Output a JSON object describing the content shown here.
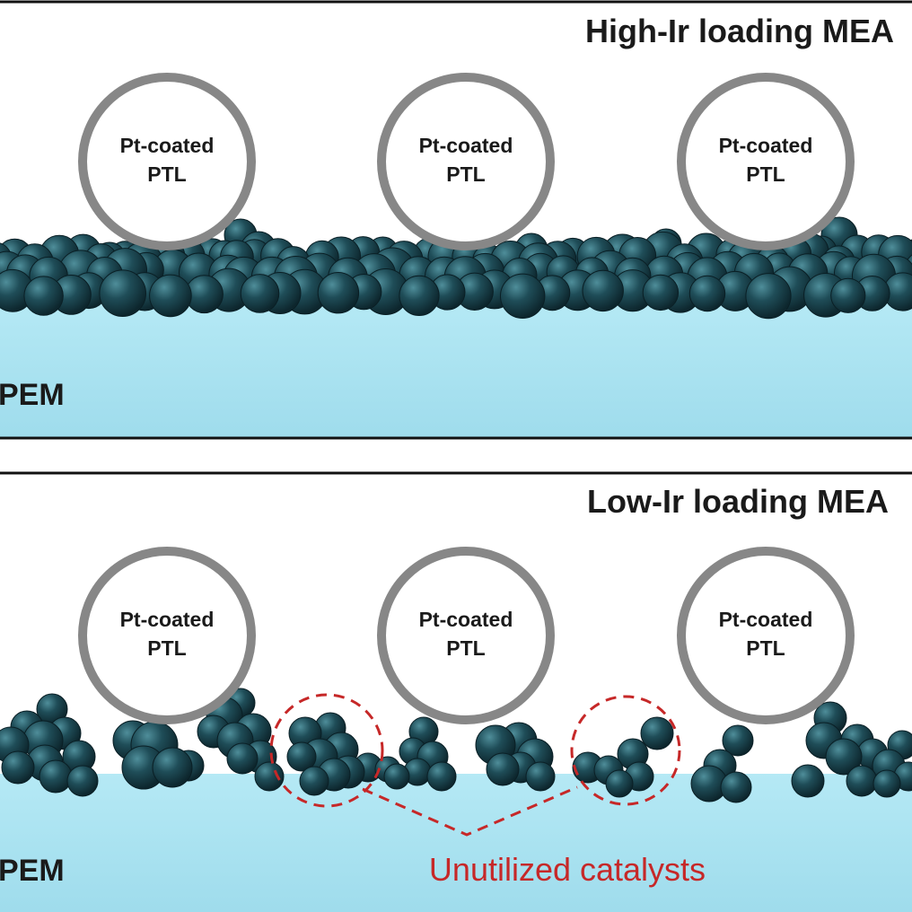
{
  "panels": [
    {
      "title": "High-Ir loading MEA",
      "pem_label": "PEM",
      "ptl_label_line1": "Pt-coated",
      "ptl_label_line2": "PTL"
    },
    {
      "title": "Low-Ir loading MEA",
      "pem_label": "PEM",
      "ptl_label_line1": "Pt-coated",
      "ptl_label_line2": "PTL",
      "annotation": "Unutilized catalysts"
    }
  ],
  "colors": {
    "pem": "#a8e4f2",
    "catalyst": "#1e4a55",
    "ptl_ring": "#8a8a8a",
    "annotation": "#c62828"
  }
}
